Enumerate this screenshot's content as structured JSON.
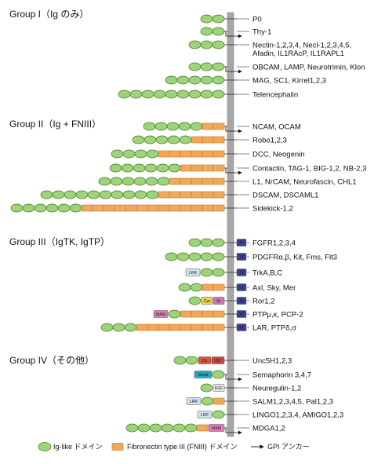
{
  "colors": {
    "ig_fill": "#9fd37a",
    "ig_stroke": "#3f7a22",
    "fn_fill": "#f2a85a",
    "fn_stroke": "#c07a30",
    "membrane": "#a6a6a6",
    "tk_fill": "#3c3f8f",
    "tp_fill": "#3c3f8f",
    "lrr_fill": "#cfe3ef",
    "cys_fill": "#f2d04a",
    "kr_fill": "#c977b6",
    "mam_fill": "#e07ab8",
    "zu_fill": "#d25a3a",
    "dd_fill": "#cc4444",
    "sema_fill": "#27a6b8",
    "egf_fill": "#e6e6e6"
  },
  "groups": [
    {
      "title": "Group I（Ig のみ）",
      "rows": [
        {
          "label": "P0",
          "ig": 2,
          "fn": 0
        },
        {
          "label": "Thy-1",
          "ig": 2,
          "fn": 0,
          "gpi": true
        },
        {
          "label": "Nectin-1,2,3,4, Necl-1,2,3,4,5,",
          "label2": "Afadin, IL1RAcP, IL1RAPL1",
          "ig": 3,
          "fn": 0
        },
        {
          "label": "OBCAM, LAMP, Neurotrimin, Klon",
          "ig": 3,
          "fn": 0,
          "gpi": true
        },
        {
          "label": "MAG, SC1, Kirrel1,2,3",
          "ig": 5,
          "fn": 0
        },
        {
          "label": "Telencephalin",
          "ig": 9,
          "fn": 0
        }
      ]
    },
    {
      "title": "Group II（Ig + FNIII）",
      "rows": [
        {
          "label": "NCAM, OCAM",
          "ig": 5,
          "fn": 2,
          "gpi": true
        },
        {
          "label": "Robo1,2,3",
          "ig": 5,
          "fn": 3
        },
        {
          "label": "DCC, Neogenin",
          "ig": 4,
          "fn": 6
        },
        {
          "label": "Contactin, TAG-1, BIG-1,2, NB-2,3",
          "ig": 6,
          "fn": 4,
          "gpi": true
        },
        {
          "label": "L1, NrCAM, Neurofascin, CHL1",
          "ig": 6,
          "fn": 5
        },
        {
          "label": "DSCAM, DSCAML1",
          "ig": 9,
          "fn": 6,
          "ig_tail": 1
        },
        {
          "label": "Sidekick-1,2",
          "ig": 6,
          "fn": 13
        }
      ]
    },
    {
      "title": "Group III（IgTK, IgTP）",
      "rows": [
        {
          "label": "FGFR1,2,3,4",
          "ig": 3,
          "fn": 0,
          "cyto": "TK"
        },
        {
          "label": "PDGFRα,β, Kit, Fms, Flt3",
          "ig": 5,
          "fn": 0,
          "cyto": "TK"
        },
        {
          "label": "TrkA,B,C",
          "ig": 2,
          "fn": 0,
          "pre": [
            "LRR"
          ],
          "cyto": "TK"
        },
        {
          "label": "Axl, Sky, Mer",
          "ig": 2,
          "fn": 2,
          "cyto": "TK"
        },
        {
          "label": "Ror1,2",
          "ig": 1,
          "fn": 0,
          "post": [
            "Cys",
            "Kr"
          ],
          "cyto": "TK"
        },
        {
          "label": "PTPμ,κ, PCP-2",
          "ig": 1,
          "fn": 4,
          "pre": [
            "MAM"
          ],
          "cyto": "TP"
        },
        {
          "label": "LAR, PTPδ,σ",
          "ig": 3,
          "fn": 8,
          "cyto": "TP"
        }
      ]
    },
    {
      "title": "Group IV（その他）",
      "rows": [
        {
          "label": "Unc5H1,2,3",
          "ig": 2,
          "fn": 0,
          "cyto2": [
            "ZU",
            "DD"
          ]
        },
        {
          "label": "Semaphorin 3,4,7",
          "ig": 1,
          "fn": 0,
          "pre": [
            "Sema"
          ],
          "gpi": true
        },
        {
          "label": "Neuregulin-1,2",
          "ig": 1,
          "fn": 0,
          "post": [
            "EGF"
          ]
        },
        {
          "label": "SALM1,2,3,4,5, Pal1,2,3",
          "ig": 1,
          "fn": 1,
          "pre": [
            "LRR"
          ]
        },
        {
          "label": "LINGO1,2,3,4, AMIGO1,2,3",
          "ig": 1,
          "fn": 0,
          "pre": [
            "LRR"
          ]
        },
        {
          "label": "MDGA1,2",
          "ig": 6,
          "fn": 1,
          "post": [
            "MAM"
          ],
          "gpi": true
        }
      ]
    }
  ],
  "domain_labels": {
    "TK": "TK",
    "TP": "TP",
    "LRR": "LRR",
    "Cys": "Cys",
    "Kr": "Kr",
    "MAM": "MAM",
    "ZU": "ZU",
    "DD": "DD",
    "Sema": "Sema",
    "EGF": "EGF"
  },
  "legend": {
    "ig": "Ig-like ドメイン",
    "fn": "Fibronectin type III (FNIII) ドメイン",
    "gpi": "GPI アンカー"
  }
}
